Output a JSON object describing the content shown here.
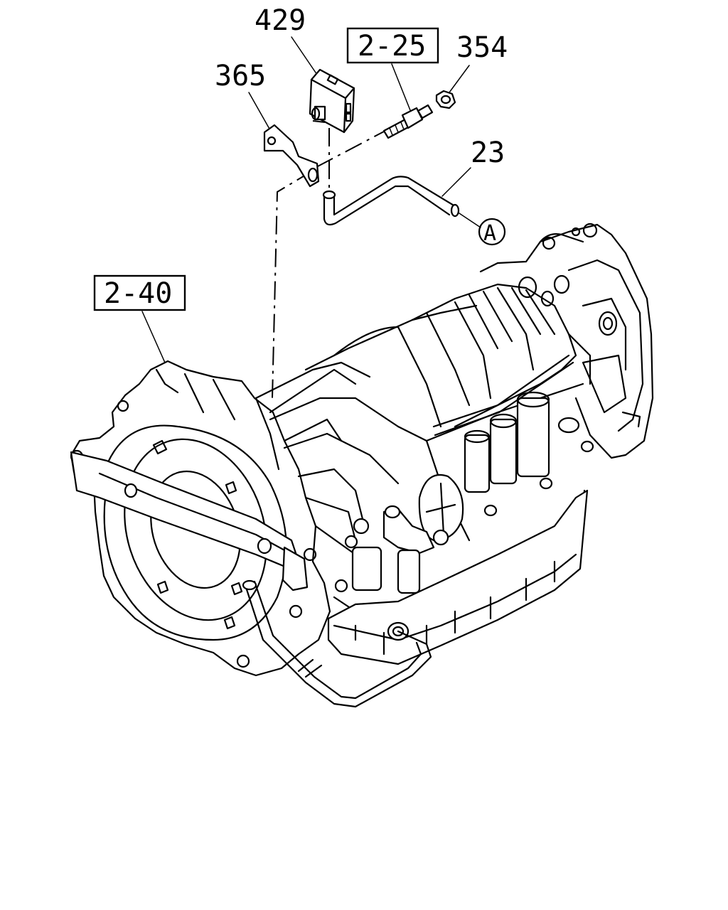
{
  "labels": {
    "part_429": "429",
    "part_365": "365",
    "ref_2_25": "2-25",
    "part_354": "354",
    "part_23": "23",
    "ref_2_40": "2-40",
    "ref_A": "A"
  },
  "colors": {
    "line": "#000000",
    "background": "#ffffff"
  }
}
